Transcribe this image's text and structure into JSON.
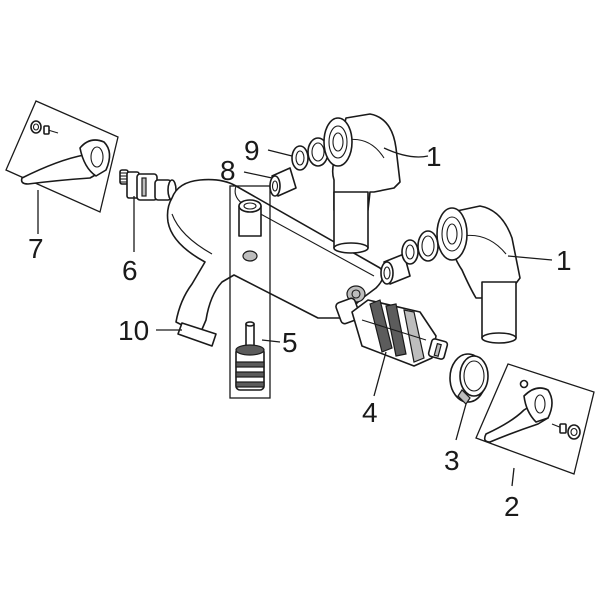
{
  "callouts": [
    {
      "id": "c1a",
      "text": "1"
    },
    {
      "id": "c1b",
      "text": "1"
    },
    {
      "id": "c2",
      "text": "2"
    },
    {
      "id": "c3",
      "text": "3"
    },
    {
      "id": "c4",
      "text": "4"
    },
    {
      "id": "c5",
      "text": "5"
    },
    {
      "id": "c6",
      "text": "6"
    },
    {
      "id": "c7",
      "text": "7"
    },
    {
      "id": "c8",
      "text": "8"
    },
    {
      "id": "c9",
      "text": "9"
    },
    {
      "id": "c10",
      "text": "10"
    }
  ]
}
